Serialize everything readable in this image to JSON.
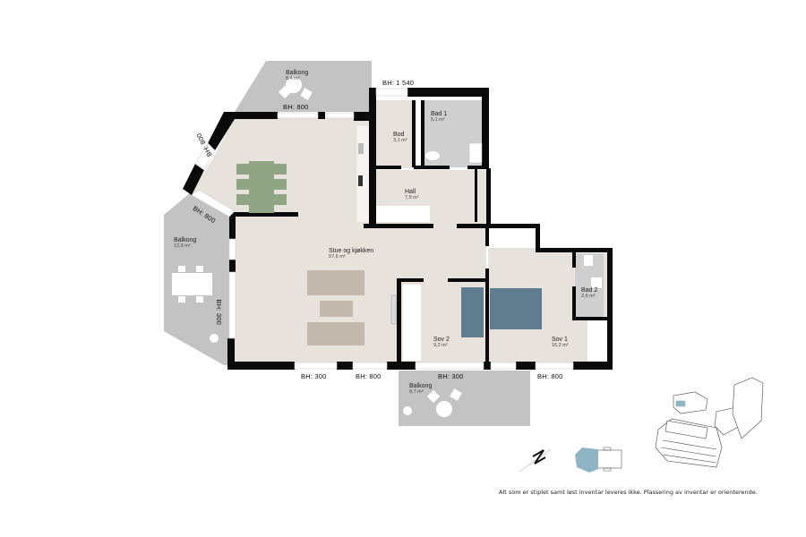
{
  "rooms": [
    {
      "name": "Balkong",
      "area": "8,4 m²",
      "id": "balkong-north"
    },
    {
      "name": "Bod",
      "area": "3,1 m²",
      "id": "bod"
    },
    {
      "name": "Bad 1",
      "area": "5,1 m²",
      "id": "bad-1"
    },
    {
      "name": "Hall",
      "area": "7,5 m²",
      "id": "hall"
    },
    {
      "name": "Balkong",
      "area": "12,9 m²",
      "id": "balkong-west"
    },
    {
      "name": "Stue og kjøkken",
      "area": "57,6 m²",
      "id": "stue-og-kjokken"
    },
    {
      "name": "Sov 2",
      "area": "9,2 m²",
      "id": "sov-2"
    },
    {
      "name": "Sov 1",
      "area": "16,2 m²",
      "id": "sov-1"
    },
    {
      "name": "Bad 2",
      "area": "2,6 m²",
      "id": "bad-2"
    },
    {
      "name": "Balkong",
      "area": "9,7 m²",
      "id": "balkong-south"
    }
  ],
  "window_heights": [
    {
      "label": "BH:  1 540",
      "id": "bh-entry"
    },
    {
      "label": "BH:  800",
      "id": "bh-north-balcony"
    },
    {
      "label": "BH:  800",
      "id": "bh-diag-upper"
    },
    {
      "label": "BH:  800",
      "id": "bh-diag-lower"
    },
    {
      "label": "BH:  300",
      "id": "bh-west"
    },
    {
      "label": "BH:  300",
      "id": "bh-south-1"
    },
    {
      "label": "BH:  800",
      "id": "bh-south-2"
    },
    {
      "label": "BH:  300",
      "id": "bh-south-3"
    },
    {
      "label": "BH:  800",
      "id": "bh-south-4"
    }
  ],
  "compass": {
    "label": "N"
  },
  "footnote": "Alt som er stiplet samt løst inventar leveres ikke. Plassering av inventar er orienterende.",
  "colors": {
    "floor": "#e8e2dd",
    "balcony": "#c3c3c3",
    "wall": "#0a0a0a",
    "bed": "#5f7d8e",
    "dining": "#8fa584",
    "sofa": "#c4b9ad",
    "highlight": "#8fb4c4"
  }
}
